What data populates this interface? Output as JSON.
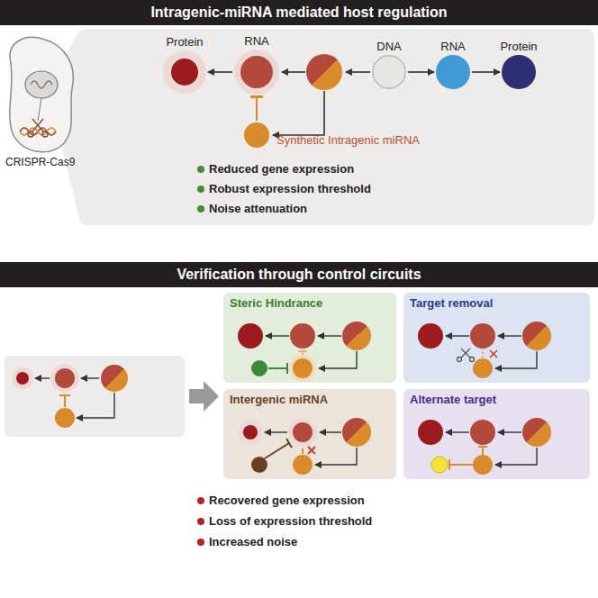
{
  "diagram": {
    "nodes": [
      {
        "text": [
          "Intragenic-miRNA mediated host regulation"
        ]
      },
      {
        "text": [
          "Protein"
        ]
      },
      {
        "text": [
          "RNA"
        ]
      },
      {
        "text": [
          "DNA"
        ]
      },
      {
        "text": [
          "RNA"
        ]
      },
      {
        "text": [
          "Protein"
        ]
      },
      {
        "text": [
          "Synthetic Intragenic miRNA"
        ]
      },
      {
        "text": [
          "Verification through control circuits"
        ]
      },
      {
        "text": [
          "Steric Hindrance"
        ]
      },
      {
        "text": [
          "Target removal"
        ]
      },
      {
        "text": [
          "Intergenic miRNA"
        ]
      },
      {
        "text": [
          "Alternate target"
        ]
      }
    ],
    "edges": [
      {
        "from": 2,
        "to": 1,
        "arrow": "to"
      },
      {
        "from": 3,
        "to": 4,
        "arrow": "to"
      },
      {
        "from": 4,
        "to": 5,
        "arrow": "to"
      },
      {
        "from": 6,
        "to": 2,
        "arrow": "to"
      }
    ],
    "labels": [
      "CRISPR-Cas9",
      "Reduced gene expression",
      "Robust expression threshold",
      "Noise attenuation",
      "Recovered gene expression",
      "Loss of expression threshold",
      "Increased noise"
    ]
  }
}
